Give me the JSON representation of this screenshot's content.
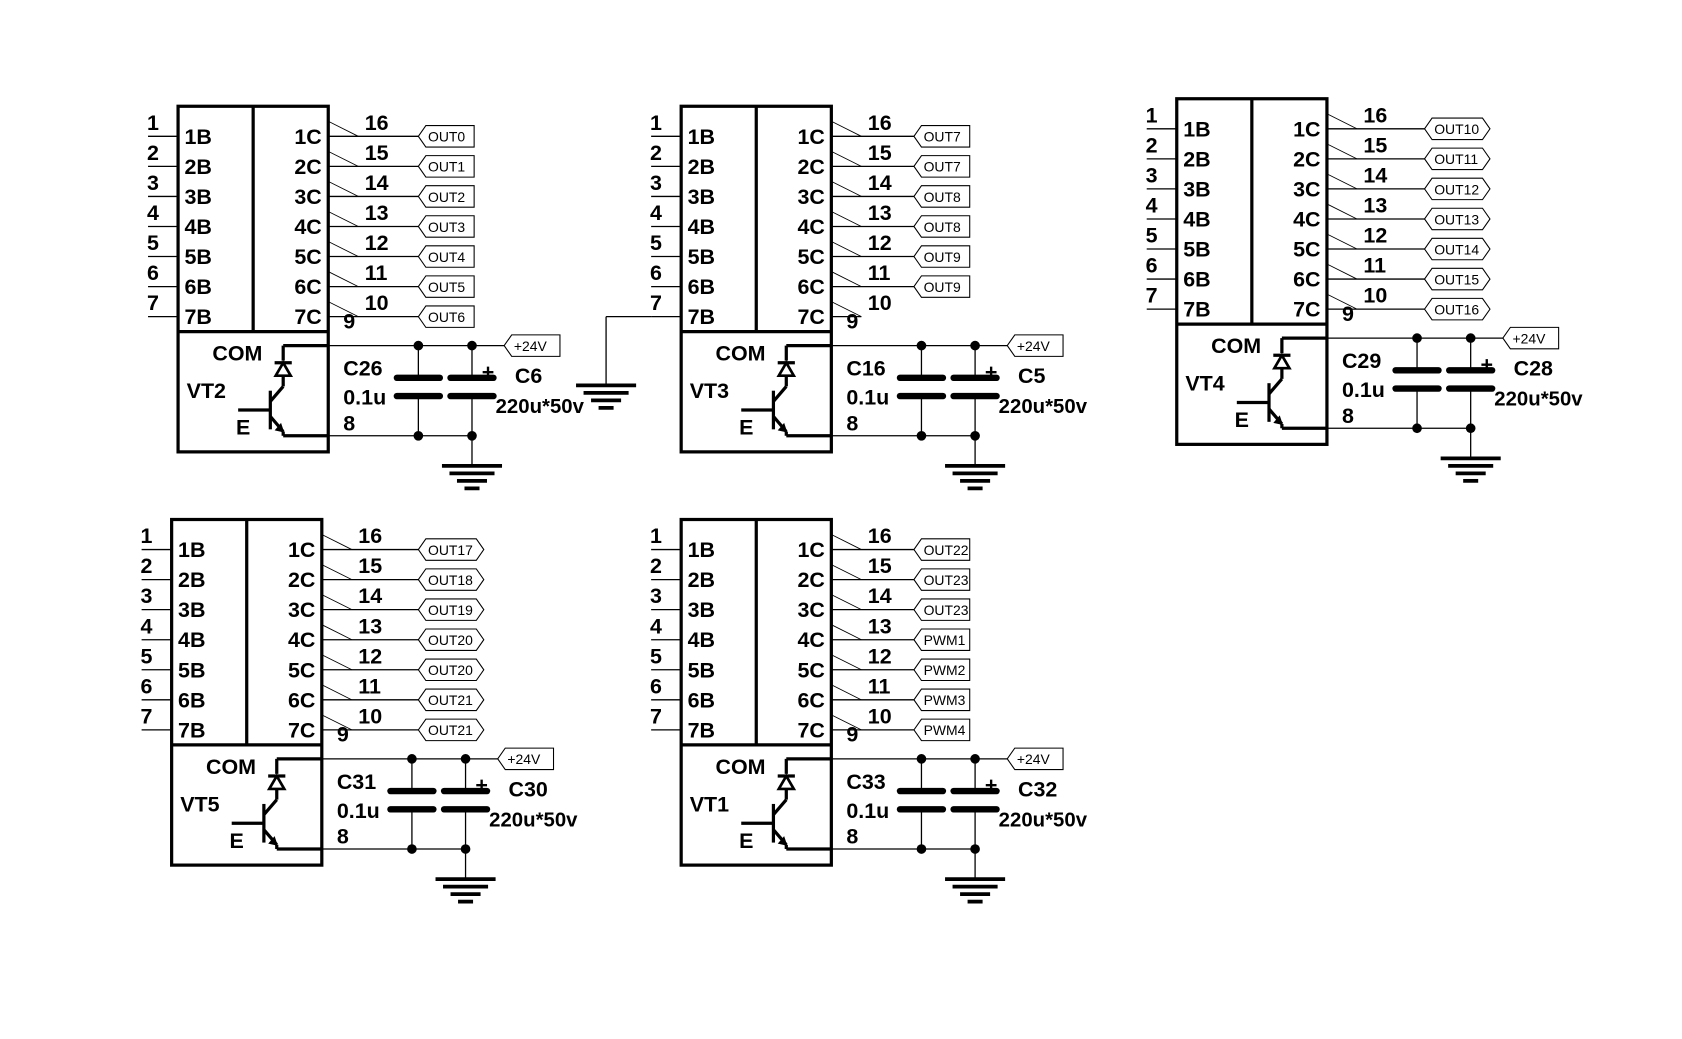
{
  "colors": {
    "ink": "#000000",
    "background": "#ffffff"
  },
  "common": {
    "left_pin_numbers": [
      "1",
      "2",
      "3",
      "4",
      "5",
      "6",
      "7"
    ],
    "left_pin_names": [
      "1B",
      "2B",
      "3B",
      "4B",
      "5B",
      "6B",
      "7B"
    ],
    "right_pin_names": [
      "1C",
      "2C",
      "3C",
      "4C",
      "5C",
      "6C",
      "7C"
    ],
    "right_pin_numbers": [
      "16",
      "15",
      "14",
      "13",
      "12",
      "11",
      "10"
    ],
    "com_pin_number": "9",
    "e_pin_number": "8",
    "com_label": "COM",
    "emitter_label": "E",
    "supply_net": "+24V",
    "polarity_mark": "+",
    "small_cap_value": "0.1u",
    "bulk_cap_value": "220u*50v"
  },
  "blocks": [
    {
      "id": "VT2",
      "ref": "VT2",
      "small_cap": "C26",
      "bulk_cap": "C6",
      "outputs": [
        "OUT0",
        "OUT1",
        "OUT2",
        "OUT3",
        "OUT4",
        "OUT5",
        "OUT6"
      ],
      "net_shape": "flag",
      "pin7_grounded": false
    },
    {
      "id": "VT3",
      "ref": "VT3",
      "small_cap": "C16",
      "bulk_cap": "C5",
      "outputs": [
        "OUT7",
        "OUT7",
        "OUT8",
        "OUT8",
        "OUT9",
        "OUT9",
        ""
      ],
      "net_shape": "flag",
      "pin7_grounded": true
    },
    {
      "id": "VT4",
      "ref": "VT4",
      "small_cap": "C29",
      "bulk_cap": "C28",
      "outputs": [
        "OUT10",
        "OUT11",
        "OUT12",
        "OUT13",
        "OUT14",
        "OUT15",
        "OUT16"
      ],
      "net_shape": "hex",
      "pin7_grounded": false
    },
    {
      "id": "VT5",
      "ref": "VT5",
      "small_cap": "C31",
      "bulk_cap": "C30",
      "outputs": [
        "OUT17",
        "OUT18",
        "OUT19",
        "OUT20",
        "OUT20",
        "OUT21",
        "OUT21"
      ],
      "net_shape": "hex",
      "pin7_grounded": false
    },
    {
      "id": "VT1",
      "ref": "VT1",
      "small_cap": "C33",
      "bulk_cap": "C32",
      "outputs": [
        "OUT22",
        "OUT23",
        "OUT23",
        "PWM1",
        "PWM2",
        "PWM3",
        "PWM4"
      ],
      "net_shape": "flag",
      "pin7_grounded": false
    }
  ]
}
